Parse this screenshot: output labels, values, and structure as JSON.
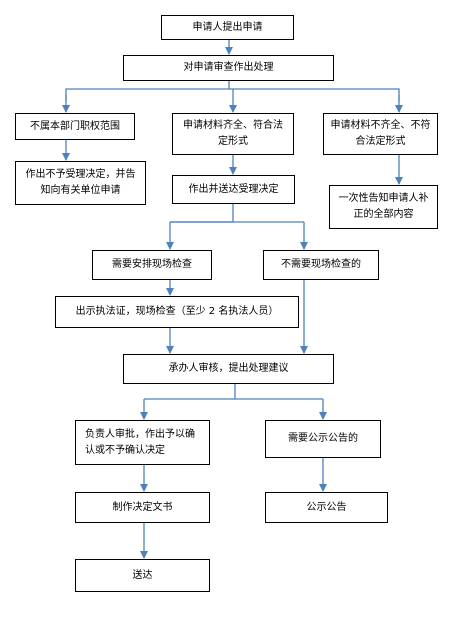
{
  "nodes": {
    "apply": "申请人提出申请",
    "review": "对申请审查作出处理",
    "out_of_scope": "不属本部门职权范围",
    "complete": "申请材料齐全、符合法定形式",
    "incomplete": "申请材料不齐全、不符合法定形式",
    "reject_notify": "作出不予受理决定，并告知向有关单位申请",
    "accept_decision": "作出并送达受理决定",
    "notify_once": "一次性告知申请人补正的全部内容",
    "need_inspection": "需要安排现场检查",
    "no_inspection": "不需要现场检查的",
    "show_license": "出示执法证，现场检查（至少 2 名执法人员）",
    "handler_review": "承办人审核，提出处理建议",
    "approver": "负责人审批，作出予以确认或不予确认决定",
    "need_publicity": "需要公示公告的",
    "make_doc": "制作决定文书",
    "publicity": "公示公告",
    "deliver": "送达"
  },
  "colors": {
    "line": "#4f81bd",
    "border": "#000000"
  }
}
